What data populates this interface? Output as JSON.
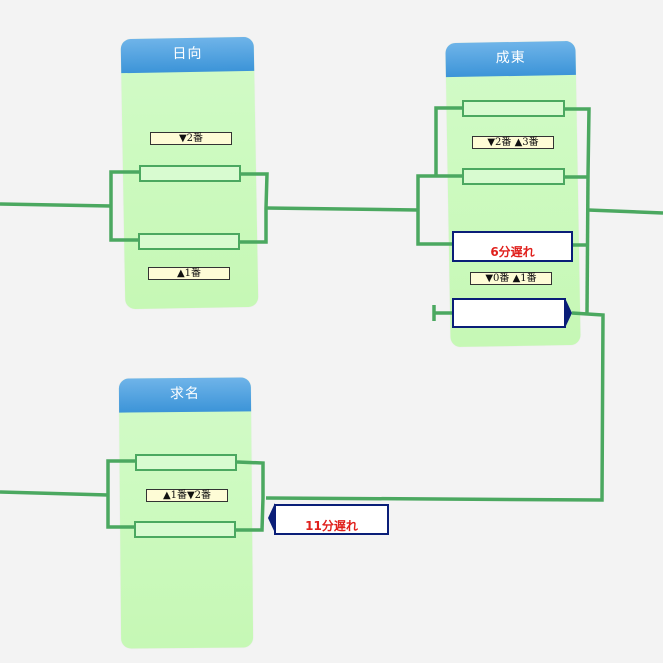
{
  "stations": [
    {
      "id": "hyuga",
      "name": "日向",
      "labels": [
        "▼2番",
        "▲1番"
      ]
    },
    {
      "id": "narutou",
      "name": "成東",
      "labels": [
        "▼2番 ▲3番",
        "▼0番 ▲1番"
      ]
    },
    {
      "id": "gumyo",
      "name": "求名",
      "labels": [
        "▲1番▼2番"
      ]
    }
  ],
  "trains": [
    {
      "delay": "6分遅れ",
      "direction": "down"
    },
    {
      "delay": "",
      "direction": "down"
    },
    {
      "delay": "11分遅れ",
      "direction": "up"
    }
  ],
  "colors": {
    "track": "#4ba860",
    "station_body": "#c8f9b8",
    "station_header": "#4aa0e0",
    "train_border": "#0a1e78",
    "delay_text": "#e0201c",
    "background": "#f3f3f3"
  }
}
